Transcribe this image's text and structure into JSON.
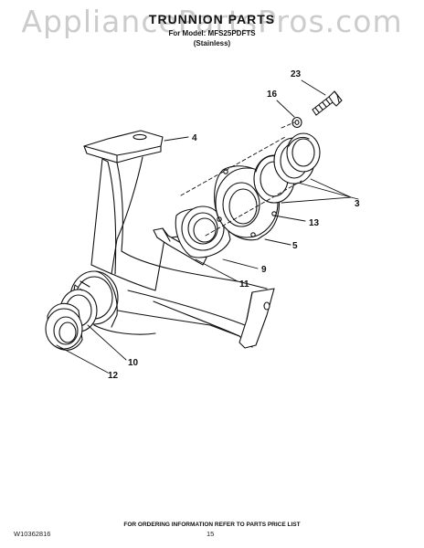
{
  "watermark": "AppliancePartsPros.com",
  "title": "TRUNNION PARTS",
  "model_line": "For Model: MFS25PDFTS",
  "variant_line": "(Stainless)",
  "footer_note": "FOR ORDERING INFORMATION REFER TO PARTS PRICE LIST",
  "doc_number": "W10362816",
  "page_number": "15",
  "callouts": {
    "c23": "23",
    "c16": "16",
    "c4": "4",
    "c3": "3",
    "c13": "13",
    "c5": "5",
    "c9": "9",
    "c11": "11",
    "c10": "10",
    "c12": "12"
  }
}
